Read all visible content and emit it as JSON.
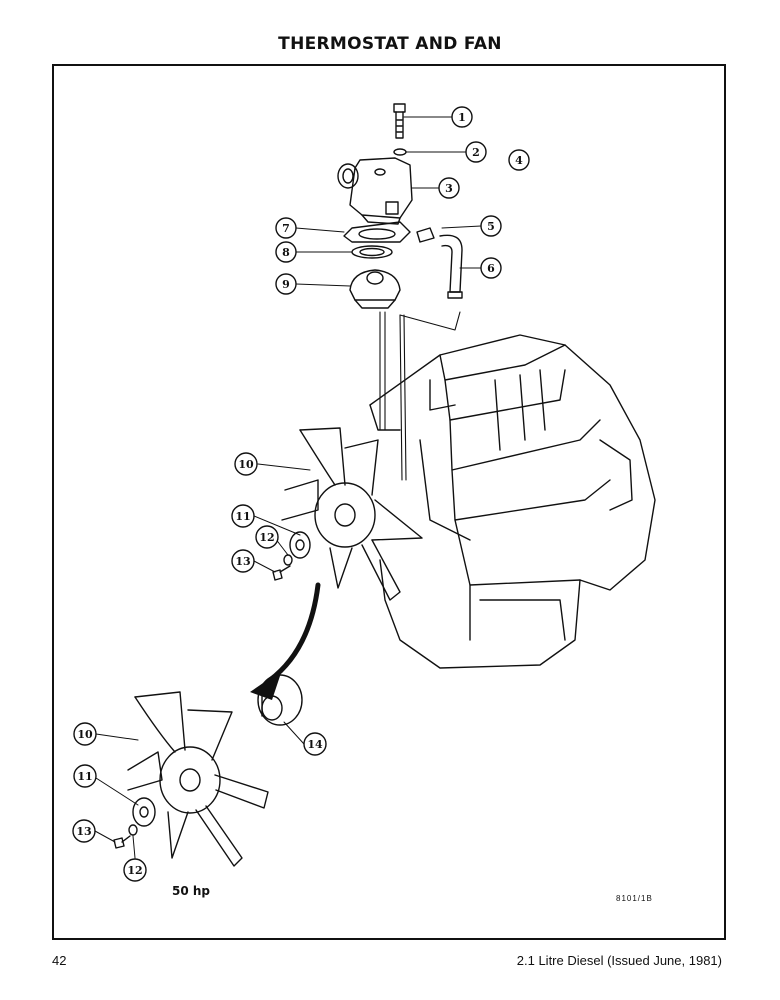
{
  "page": {
    "title": "THERMOSTAT AND FAN",
    "caption": "50 hp",
    "ref_code": "8101/1B",
    "page_number": "42",
    "footer": "2.1 Litre Diesel (Issued June, 1981)"
  },
  "callouts": [
    "1",
    "2",
    "3",
    "4",
    "5",
    "6",
    "7",
    "8",
    "9",
    "10",
    "11",
    "12",
    "13",
    "10",
    "11",
    "12",
    "13",
    "14"
  ]
}
